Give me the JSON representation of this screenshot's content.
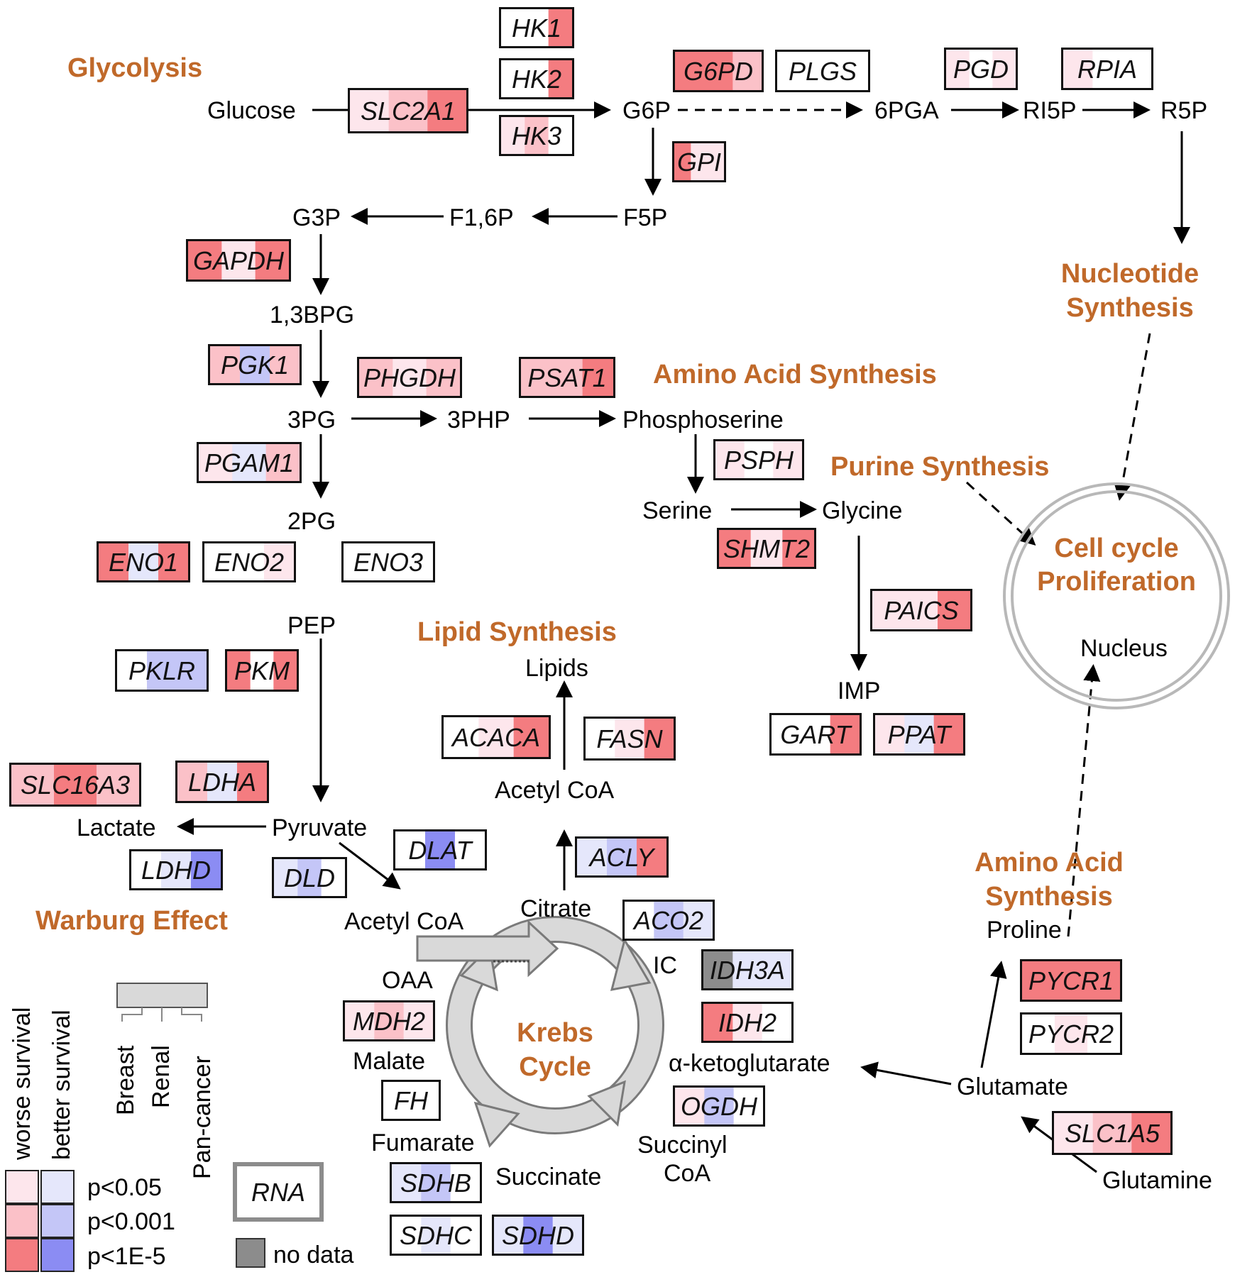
{
  "colors": {
    "w1": "#fde6ec",
    "w2": "#fbc1c8",
    "w3": "#f47c80",
    "b1": "#e5e7fb",
    "b2": "#c4c6f7",
    "b3": "#8b8cf3",
    "none": "#ffffff",
    "nodata": "#8c8c8c",
    "section": "#c0692a"
  },
  "sections": {
    "glycolysis": "Glycolysis",
    "nucleotide1": "Nucleotide",
    "nucleotide2": "Synthesis",
    "amino": "Amino Acid Synthesis",
    "purine": "Purine Synthesis",
    "cell1": "Cell cycle",
    "cell2": "Proliferation",
    "lipid": "Lipid Synthesis",
    "warburg": "Warburg Effect",
    "krebs1": "Krebs",
    "krebs2": "Cycle",
    "amino2a": "Amino Acid",
    "amino2b": "Synthesis"
  },
  "metabolites": {
    "glucose": "Glucose",
    "g6p": "G6P",
    "pga6": "6PGA",
    "ri5p": "RI5P",
    "r5p": "R5P",
    "g3p": "G3P",
    "f16p": "F1,6P",
    "f5p": "F5P",
    "bpg13": "1,3BPG",
    "pg3": "3PG",
    "php3": "3PHP",
    "phosphoserine": "Phosphoserine",
    "serine": "Serine",
    "glycine": "Glycine",
    "pg2": "2PG",
    "pep": "PEP",
    "imp": "IMP",
    "nucleus": "Nucleus",
    "lipids": "Lipids",
    "acetylcoa": "Acetyl CoA",
    "lactate": "Lactate",
    "pyruvate": "Pyruvate",
    "acetylcoa2": "Acetyl CoA",
    "citrate": "Citrate",
    "ic": "IC",
    "oaa": "OAA",
    "malate": "Malate",
    "fumarate": "Fumarate",
    "succinate": "Succinate",
    "succinyl1": "Succinyl",
    "succinyl2": "CoA",
    "akg": "α-ketoglutarate",
    "glutamate": "Glutamate",
    "glutamine": "Glutamine",
    "proline": "Proline"
  },
  "genes": [
    {
      "id": "slc2a1",
      "label": "SLC2A1",
      "cells": [
        "w1",
        "w2",
        "w3"
      ]
    },
    {
      "id": "hk1",
      "label": "HK1",
      "cells": [
        "none",
        "none",
        "w3"
      ]
    },
    {
      "id": "hk2",
      "label": "HK2",
      "cells": [
        "none",
        "none",
        "w3"
      ]
    },
    {
      "id": "hk3",
      "label": "HK3",
      "cells": [
        "w1",
        "w2",
        "none"
      ]
    },
    {
      "id": "g6pd",
      "label": "G6PD",
      "cells": [
        "w3",
        "w3",
        "w2"
      ]
    },
    {
      "id": "plgs",
      "label": "PLGS",
      "cells": [
        "none",
        "none",
        "none"
      ]
    },
    {
      "id": "pgd",
      "label": "PGD",
      "cells": [
        "w1",
        "none",
        "w1"
      ]
    },
    {
      "id": "rpia",
      "label": "RPIA",
      "cells": [
        "w1",
        "none",
        "none"
      ]
    },
    {
      "id": "gpi",
      "label": "GPI",
      "cells": [
        "w3",
        "w1",
        "w1"
      ]
    },
    {
      "id": "gapdh",
      "label": "GAPDH",
      "cells": [
        "w3",
        "w1",
        "w3"
      ]
    },
    {
      "id": "pgk1",
      "label": "PGK1",
      "cells": [
        "w2",
        "b2",
        "w2"
      ]
    },
    {
      "id": "phgdh",
      "label": "PHGDH",
      "cells": [
        "w2",
        "w1",
        "w2"
      ]
    },
    {
      "id": "psat1",
      "label": "PSAT1",
      "cells": [
        "w2",
        "w2",
        "w3"
      ]
    },
    {
      "id": "psph",
      "label": "PSPH",
      "cells": [
        "w1",
        "none",
        "w1"
      ]
    },
    {
      "id": "pgam1",
      "label": "PGAM1",
      "cells": [
        "w1",
        "b1",
        "w2"
      ]
    },
    {
      "id": "eno1",
      "label": "ENO1",
      "cells": [
        "w3",
        "b1",
        "w3"
      ]
    },
    {
      "id": "eno2",
      "label": "ENO2",
      "cells": [
        "none",
        "none",
        "w1"
      ]
    },
    {
      "id": "eno3",
      "label": "ENO3",
      "cells": [
        "none",
        "none",
        "none"
      ]
    },
    {
      "id": "shmt2",
      "label": "SHMT2",
      "cells": [
        "w3",
        "w1",
        "w3"
      ]
    },
    {
      "id": "paics",
      "label": "PAICS",
      "cells": [
        "w1",
        "w1",
        "w3"
      ]
    },
    {
      "id": "pklr",
      "label": "PKLR",
      "cells": [
        "none",
        "b2",
        "b2"
      ]
    },
    {
      "id": "pkm",
      "label": "PKM",
      "cells": [
        "w3",
        "none",
        "w3"
      ]
    },
    {
      "id": "acaca",
      "label": "ACACA",
      "cells": [
        "none",
        "w1",
        "w3"
      ]
    },
    {
      "id": "fasn",
      "label": "FASN",
      "cells": [
        "none",
        "w1",
        "w3"
      ]
    },
    {
      "id": "gart",
      "label": "GART",
      "cells": [
        "none",
        "none",
        "w3"
      ]
    },
    {
      "id": "ppat",
      "label": "PPAT",
      "cells": [
        "w1",
        "b1",
        "w3"
      ]
    },
    {
      "id": "slc16a3",
      "label": "SLC16A3",
      "cells": [
        "w2",
        "w3",
        "w2"
      ]
    },
    {
      "id": "ldha",
      "label": "LDHA",
      "cells": [
        "w2",
        "b1",
        "w3"
      ]
    },
    {
      "id": "dlat",
      "label": "DLAT",
      "cells": [
        "none",
        "b3",
        "none"
      ]
    },
    {
      "id": "acly",
      "label": "ACLY",
      "cells": [
        "b1",
        "b2",
        "w3"
      ]
    },
    {
      "id": "ldhd",
      "label": "LDHD",
      "cells": [
        "none",
        "b1",
        "b3"
      ]
    },
    {
      "id": "dld",
      "label": "DLD",
      "cells": [
        "b1",
        "b2",
        "none"
      ]
    },
    {
      "id": "aco2",
      "label": "ACO2",
      "cells": [
        "none",
        "b2",
        "b1"
      ]
    },
    {
      "id": "idh3a",
      "label": "IDH3A",
      "cells": [
        "nodata",
        "b1",
        "b1"
      ]
    },
    {
      "id": "idh2",
      "label": "IDH2",
      "cells": [
        "w3",
        "w1",
        "none"
      ]
    },
    {
      "id": "mdh2",
      "label": "MDH2",
      "cells": [
        "w1",
        "w2",
        "w1"
      ]
    },
    {
      "id": "fh",
      "label": "FH",
      "cells": [
        "none",
        "none",
        "none"
      ]
    },
    {
      "id": "ogdh",
      "label": "OGDH",
      "cells": [
        "w1",
        "b2",
        "none"
      ]
    },
    {
      "id": "sdhb",
      "label": "SDHB",
      "cells": [
        "b1",
        "b2",
        "none"
      ]
    },
    {
      "id": "sdhc",
      "label": "SDHC",
      "cells": [
        "none",
        "b1",
        "none"
      ]
    },
    {
      "id": "sdhd",
      "label": "SDHD",
      "cells": [
        "b1",
        "b3",
        "b1"
      ]
    },
    {
      "id": "pycr1",
      "label": "PYCR1",
      "cells": [
        "w3",
        "w3",
        "w3"
      ]
    },
    {
      "id": "pycr2",
      "label": "PYCR2",
      "cells": [
        "none",
        "w1",
        "none"
      ]
    },
    {
      "id": "slc1a5",
      "label": "SLC1A5",
      "cells": [
        "w1",
        "w2",
        "w3"
      ]
    }
  ],
  "legend": {
    "worse": "worse survival",
    "better": "better survival",
    "p1": "p<0.05",
    "p2": "p<0.001",
    "p3": "p<1E-5",
    "breast": "Breast",
    "renal": "Renal",
    "pan": "Pan-cancer",
    "rna": "RNA",
    "nodata": "no data"
  }
}
